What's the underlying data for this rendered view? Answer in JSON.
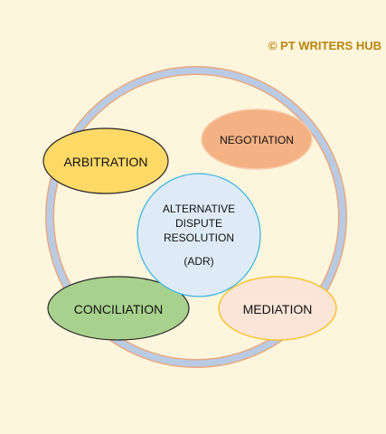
{
  "watermark": "© PT WRITERS HUB",
  "center": {
    "line1": "ALTERNATIVE",
    "line2": "DISPUTE",
    "line3": "RESOLUTION",
    "line4": "(ADR)"
  },
  "nodes": {
    "negotiation": "NEGOTIATION",
    "arbitration": "ARBITRATION",
    "conciliation": "CONCILIATION",
    "mediation": "MEDIATION"
  },
  "colors": {
    "background": "#fef6dc",
    "ring": "#b9cbe4",
    "ring_edge": "#e8a880",
    "negotiation": "#f4b183",
    "arbitration": "#ffd966",
    "conciliation": "#a9d18e",
    "mediation": "#fbe5d6",
    "center_fill": "#deebf7",
    "center_stroke": "#41b6e6",
    "watermark": "#b8860b"
  }
}
